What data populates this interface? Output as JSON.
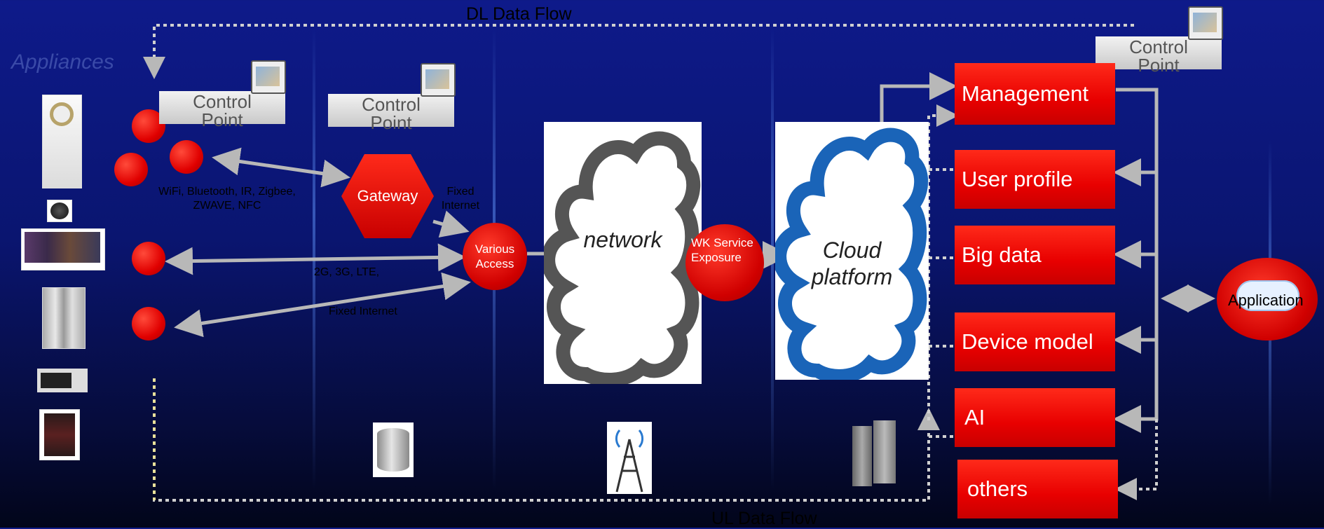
{
  "flows": {
    "dl": "DL Data Flow",
    "ul": "UL Data Flow"
  },
  "appliances_title": "Appliances",
  "control_point": {
    "line1": "Control",
    "line2": "Point"
  },
  "labels": {
    "wireless": "WiFi, Bluetooth, IR, Zigbee,\nZWAVE, NFC",
    "fixed_internet_gw": "Fixed\nInternet",
    "cellular": "2G, 3G, LTE,",
    "fixed_internet": "Fixed Internet"
  },
  "nodes": {
    "gateway": "Gateway",
    "various_access": "Various\nAccess",
    "network": "network",
    "wk_service": "WK Service\nExposure",
    "cloud": "Cloud\nplatform",
    "application": "Application"
  },
  "services": [
    "Management",
    "User profile",
    "Big data",
    "Device model",
    "AI",
    "others"
  ],
  "icons": [
    "air-purifier-icon",
    "robot-vacuum-icon",
    "smart-tv-icon",
    "refrigerator-icon",
    "microwave-icon",
    "wine-cooler-icon",
    "database-icon",
    "cell-tower-icon",
    "server-rack-icon",
    "phone-icon"
  ],
  "colors": {
    "background": "#0a1570",
    "red": "#e80000",
    "arrow": "#b8b8b8",
    "dotted": "#d9d9d9"
  }
}
